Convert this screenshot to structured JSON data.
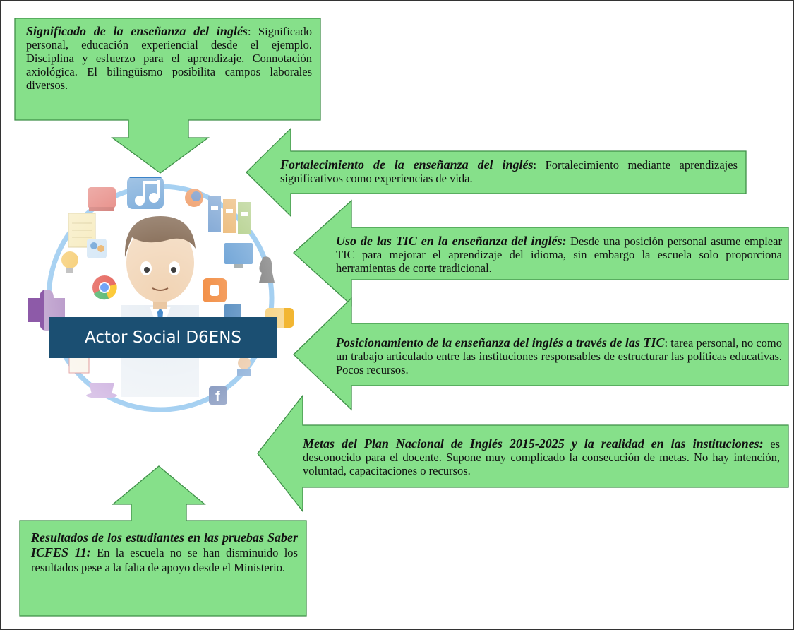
{
  "banner": {
    "label": "Actor Social D6ENS"
  },
  "boxes": {
    "significado": {
      "title": "Significado de la enseñanza del inglés",
      "body": ": Significado personal, educación experiencial desde el ejemplo. Disciplina y esfuerzo para el aprendizaje. Connotación axiológica. El bilingüismo posibilita campos laborales diversos."
    },
    "fortalecimiento": {
      "title": "Fortalecimiento de la enseñanza del inglés",
      "body": ": Fortalecimiento mediante aprendizajes significativos como experiencias de vida."
    },
    "uso_tic": {
      "title": "Uso de las TIC en la enseñanza del inglés:",
      "body": " Desde una posición personal asume emplear TIC para mejorar el aprendizaje del idioma, sin embargo la escuela solo proporciona herramientas de corte tradicional."
    },
    "posicionamiento": {
      "title": "Posicionamiento de la enseñanza del inglés a través de las TIC",
      "body": ": tarea personal, no como un trabajo articulado entre las instituciones responsables de estructurar las políticas educativas. Pocos recursos."
    },
    "metas": {
      "title": "Metas del Plan Nacional de Inglés 2015-2025 y la realidad en las instituciones:",
      "body": " es desconocido para el docente. Supone muy complicado la consecución de metas. No hay intención, voluntad, capacitaciones o recursos."
    },
    "resultados": {
      "title": "Resultados de los estudiantes en las pruebas Saber ICFES 11:",
      "body": " En la escuela no se han disminuido los resultados pese a la falta de apoyo desde el Ministerio."
    }
  },
  "colors": {
    "box_fill": "#86e08a",
    "box_stroke": "#3f8f48",
    "banner_fill": "#1b4f72",
    "ring": "#5aa9e6"
  },
  "icons": [
    "youtube-icon",
    "music-note-icon",
    "firefox-icon",
    "binders-icon",
    "notepad-icon",
    "people-icon",
    "monitor-icon",
    "lightbulb-icon",
    "chrome-icon",
    "blogger-icon",
    "chess-knight-icon",
    "puzzle-icon",
    "linkedin-icon",
    "chat-bubble-icon",
    "teacup-icon",
    "facebook-icon",
    "businessman-icon"
  ]
}
